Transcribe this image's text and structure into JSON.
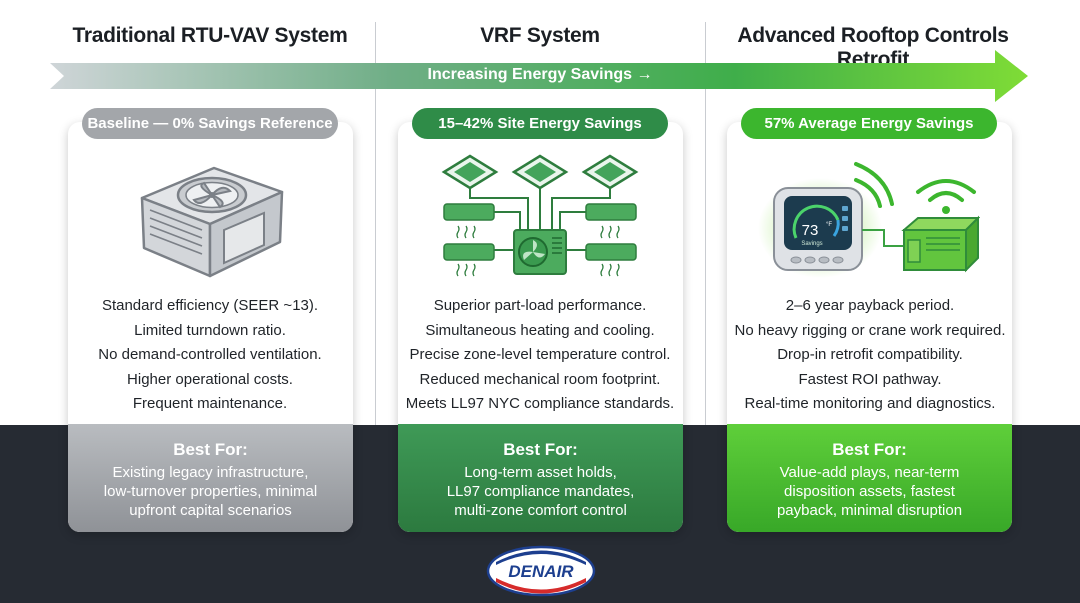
{
  "columns": [
    {
      "title": "Traditional RTU-VAV System",
      "badge": "Baseline — 0% Savings Reference",
      "features": [
        "Standard efficiency (SEER ~13).",
        "Limited turndown ratio.",
        "No demand-controlled ventilation.",
        "Higher operational costs.",
        "Frequent maintenance."
      ],
      "best_for_title": "Best For:",
      "best_for_lines": [
        "Existing legacy infrastructure,",
        "low-turnover properties, minimal",
        "upfront capital scenarios"
      ]
    },
    {
      "title": "VRF System",
      "badge": "15–42% Site Energy Savings",
      "features": [
        "Superior part-load performance.",
        "Simultaneous heating and cooling.",
        "Precise zone-level temperature control.",
        "Reduced mechanical room footprint.",
        "Meets LL97 NYC compliance standards."
      ],
      "best_for_title": "Best For:",
      "best_for_lines": [
        "Long-term asset holds,",
        "LL97 compliance mandates,",
        "multi-zone comfort control"
      ]
    },
    {
      "title": "Advanced Rooftop Controls Retrofit",
      "badge": "57% Average Energy Savings",
      "features": [
        "2–6 year payback period.",
        "No heavy rigging or crane work required.",
        "Drop-in retrofit compatibility.",
        "Fastest ROI pathway.",
        "Real-time monitoring and diagnostics."
      ],
      "best_for_title": "Best For:",
      "best_for_lines": [
        "Value-add plays, near-term",
        "disposition assets, fastest",
        "payback, minimal disruption"
      ]
    }
  ],
  "arrow": {
    "label": "Increasing Energy Savings →"
  },
  "thermostat": {
    "temp": "73",
    "unit": "°F",
    "caption": "Savings"
  },
  "logo": {
    "text": "DENAIR"
  },
  "colors": {
    "grey": "#a3a6aa",
    "green": "#2f8c48",
    "lime": "#3cb62e",
    "dark_band": "#262b33"
  },
  "icons": [
    "rooftop-unit-icon",
    "vrf-system-icon",
    "smart-thermostat-icon",
    "wireless-signal-icon"
  ]
}
